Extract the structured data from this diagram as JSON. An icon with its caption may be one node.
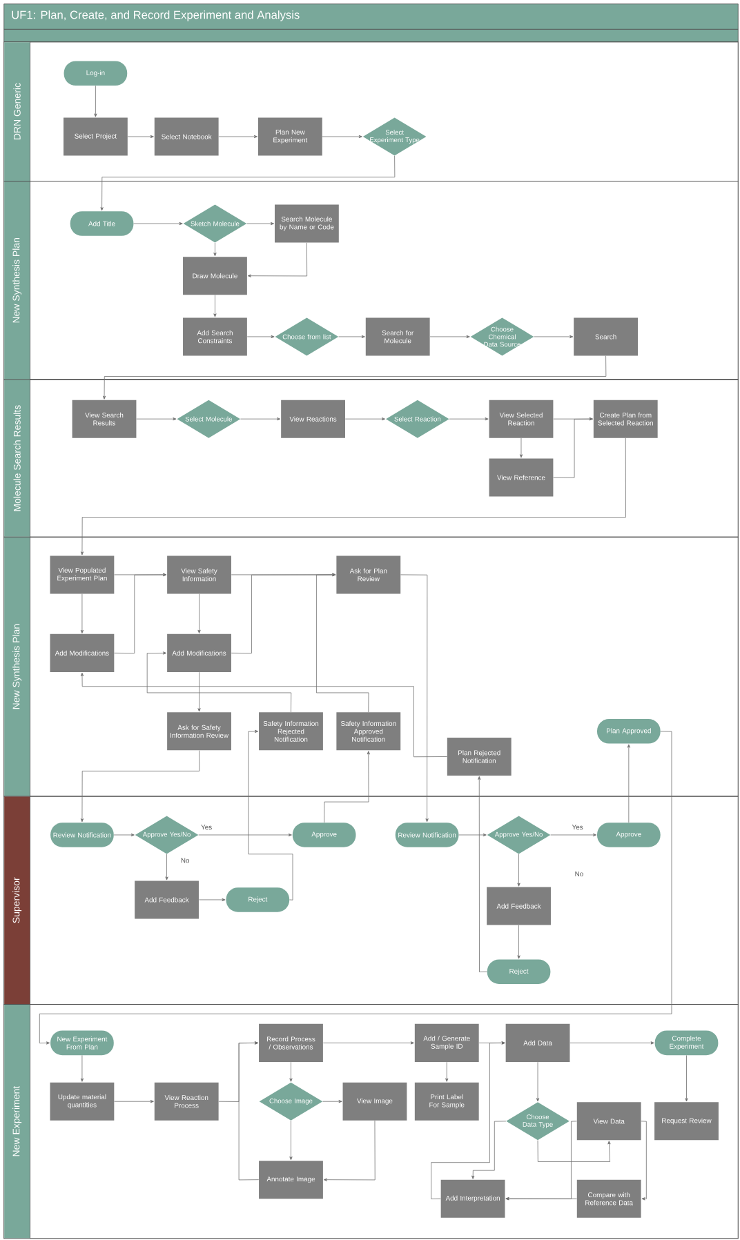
{
  "diagram": {
    "title": "UF1: Plan, Create, and Record Experiment and Analysis",
    "nodes": [
      {
        "text": [
          "DRN Generic"
        ]
      },
      {
        "text": [
          "Log-in"
        ],
        "in": 0
      },
      {
        "text": [
          "Select Project"
        ],
        "in": 0
      },
      {
        "text": [
          "Select Notebook"
        ],
        "in": 0
      },
      {
        "text": [
          "Plan New Experiment"
        ],
        "in": 0
      },
      {
        "text": [
          "Select Experiment Type"
        ],
        "in": 0
      },
      {
        "text": [
          "New Synthesis Plan"
        ]
      },
      {
        "text": [
          "Add Title"
        ],
        "in": 6
      },
      {
        "text": [
          "Sketch Molecule"
        ],
        "in": 6
      },
      {
        "text": [
          "Search Molecule by Name or Code"
        ],
        "in": 6
      },
      {
        "text": [
          "Draw Molecule"
        ],
        "in": 6
      },
      {
        "text": [
          "Add Search Constraints"
        ],
        "in": 6
      },
      {
        "text": [
          "Choose from list"
        ],
        "in": 6
      },
      {
        "text": [
          "Search for Molecule"
        ],
        "in": 6
      },
      {
        "text": [
          "Choose Chemical Data Source"
        ],
        "in": 6
      },
      {
        "text": [
          "Search"
        ],
        "in": 6
      },
      {
        "text": [
          "Molecule Search Results"
        ]
      },
      {
        "text": [
          "View Search Results"
        ],
        "in": 16
      },
      {
        "text": [
          "Select Molecule"
        ],
        "in": 16
      },
      {
        "text": [
          "View Reactions"
        ],
        "in": 16
      },
      {
        "text": [
          "Select Reaction"
        ],
        "in": 16
      },
      {
        "text": [
          "View Selected Reaction"
        ],
        "in": 16
      },
      {
        "text": [
          "Create Plan from Selected Reaction"
        ],
        "in": 16
      },
      {
        "text": [
          "View Reference"
        ],
        "in": 16
      },
      {
        "text": [
          "New Synthesis Plan"
        ]
      },
      {
        "text": [
          "View Populated Experiment Plan"
        ],
        "in": 24
      },
      {
        "text": [
          "View Safety Information"
        ],
        "in": 24
      },
      {
        "text": [
          "Ask for Plan Review"
        ],
        "in": 24
      },
      {
        "text": [
          "Add Modifications"
        ],
        "in": 24
      },
      {
        "text": [
          "Add Modifications"
        ],
        "in": 24
      },
      {
        "text": [
          "Ask for Safety Information Review"
        ],
        "in": 24
      },
      {
        "text": [
          "Safety Information Rejected Notification"
        ],
        "in": 24
      },
      {
        "text": [
          "Safety Information Approved Notification"
        ],
        "in": 24
      },
      {
        "text": [
          "Plan Rejected Notification"
        ],
        "in": 24
      },
      {
        "text": [
          "Plan Approved"
        ],
        "in": 24
      },
      {
        "text": [
          "Supervisor"
        ]
      },
      {
        "text": [
          "Review Notification"
        ],
        "in": 35
      },
      {
        "text": [
          "Approve Yes/No"
        ],
        "in": 35
      },
      {
        "text": [
          "Approve"
        ],
        "in": 35
      },
      {
        "text": [
          "Add Feedback"
        ],
        "in": 35
      },
      {
        "text": [
          "Reject"
        ],
        "in": 35
      },
      {
        "text": [
          "Review Notification"
        ],
        "in": 35
      },
      {
        "text": [
          "Approve Yes/No"
        ],
        "in": 35
      },
      {
        "text": [
          "Approve"
        ],
        "in": 35
      },
      {
        "text": [
          "Add Feedback"
        ],
        "in": 35
      },
      {
        "text": [
          "Reject"
        ],
        "in": 35
      },
      {
        "text": [
          "New Experiment"
        ]
      },
      {
        "text": [
          "New Experiment From Plan"
        ],
        "in": 46
      },
      {
        "text": [
          "Update material quantities"
        ],
        "in": 46
      },
      {
        "text": [
          "View Reaction Process"
        ],
        "in": 46
      },
      {
        "text": [
          "Record Process / Observations"
        ],
        "in": 46
      },
      {
        "text": [
          "Choose Image"
        ],
        "in": 46
      },
      {
        "text": [
          "View Image"
        ],
        "in": 46
      },
      {
        "text": [
          "Annotate Image"
        ],
        "in": 46
      },
      {
        "text": [
          "Add / Generate Sample ID"
        ],
        "in": 46
      },
      {
        "text": [
          "Print Label For Sample"
        ],
        "in": 46
      },
      {
        "text": [
          "Add Data"
        ],
        "in": 46
      },
      {
        "text": [
          "Choose Data Type"
        ],
        "in": 46
      },
      {
        "text": [
          "View Data"
        ],
        "in": 46
      },
      {
        "text": [
          "Add Interpretation"
        ],
        "in": 46
      },
      {
        "text": [
          "Compare with Reference Data"
        ],
        "in": 46
      },
      {
        "text": [
          "Complete Experiment"
        ],
        "in": 46
      },
      {
        "text": [
          "Request Review"
        ],
        "in": 46
      }
    ],
    "edges": [
      {
        "from": 1,
        "to": 2,
        "arrow": "to"
      },
      {
        "from": 2,
        "to": 3,
        "arrow": "to"
      },
      {
        "from": 3,
        "to": 4,
        "arrow": "to"
      },
      {
        "from": 4,
        "to": 5,
        "arrow": "to"
      },
      {
        "from": 5,
        "to": 7,
        "arrow": "to"
      },
      {
        "from": 7,
        "to": 8,
        "arrow": "to"
      },
      {
        "from": 8,
        "to": 9,
        "arrow": "to"
      },
      {
        "from": 8,
        "to": 10,
        "arrow": "to"
      },
      {
        "from": 9,
        "to": 10,
        "arrow": "to"
      },
      {
        "from": 10,
        "to": 11,
        "arrow": "to"
      },
      {
        "from": 11,
        "to": 12,
        "arrow": "to"
      },
      {
        "from": 12,
        "to": 13,
        "arrow": "to"
      },
      {
        "from": 13,
        "to": 14,
        "arrow": "to"
      },
      {
        "from": 14,
        "to": 15,
        "arrow": "to"
      },
      {
        "from": 15,
        "to": 17,
        "arrow": "to"
      },
      {
        "from": 17,
        "to": 18,
        "arrow": "to"
      },
      {
        "from": 18,
        "to": 19,
        "arrow": "to"
      },
      {
        "from": 19,
        "to": 20,
        "arrow": "to"
      },
      {
        "from": 20,
        "to": 21,
        "arrow": "to"
      },
      {
        "from": 21,
        "to": 22,
        "arrow": "to"
      },
      {
        "from": 21,
        "to": 23,
        "arrow": "to"
      },
      {
        "from": 23,
        "to": 22,
        "arrow": "to"
      },
      {
        "from": 22,
        "to": 25,
        "arrow": "to"
      },
      {
        "from": 25,
        "to": 26,
        "arrow": "to"
      },
      {
        "from": 25,
        "to": 28,
        "arrow": "to"
      },
      {
        "from": 28,
        "to": 26,
        "arrow": "to"
      },
      {
        "from": 26,
        "to": 29,
        "arrow": "to"
      },
      {
        "from": 26,
        "to": 27,
        "arrow": "to"
      },
      {
        "from": 29,
        "to": 27,
        "arrow": "to"
      },
      {
        "from": 29,
        "to": 30,
        "arrow": "to"
      },
      {
        "from": 33,
        "to": 28,
        "arrow": "to"
      },
      {
        "from": 31,
        "to": 29,
        "arrow": "to"
      },
      {
        "from": 32,
        "to": 27,
        "arrow": "to"
      },
      {
        "from": 27,
        "to": 41,
        "arrow": "to"
      },
      {
        "from": 30,
        "to": 36,
        "arrow": "to"
      },
      {
        "from": 34,
        "to": 47,
        "arrow": "to"
      },
      {
        "from": 36,
        "to": 37,
        "arrow": "to"
      },
      {
        "from": 37,
        "to": 38,
        "arrow": "to",
        "label": "Yes"
      },
      {
        "from": 37,
        "to": 39,
        "arrow": "to",
        "label": "No"
      },
      {
        "from": 39,
        "to": 40,
        "arrow": "to"
      },
      {
        "from": 40,
        "to": 31,
        "arrow": "to"
      },
      {
        "from": 38,
        "to": 32,
        "arrow": "to"
      },
      {
        "from": 41,
        "to": 42,
        "arrow": "to"
      },
      {
        "from": 42,
        "to": 43,
        "arrow": "to",
        "label": "Yes"
      },
      {
        "from": 42,
        "to": 44,
        "arrow": "to"
      },
      {
        "from": 44,
        "to": 45,
        "arrow": "to"
      },
      {
        "from": 45,
        "to": 33,
        "arrow": "to"
      },
      {
        "from": 43,
        "to": 34,
        "arrow": "to"
      },
      {
        "from": 47,
        "to": 48,
        "arrow": "to"
      },
      {
        "from": 48,
        "to": 49,
        "arrow": "to"
      },
      {
        "from": 49,
        "to": 50,
        "arrow": "to"
      },
      {
        "from": 50,
        "to": 51,
        "arrow": "to"
      },
      {
        "from": 51,
        "to": 52,
        "arrow": "to"
      },
      {
        "from": 51,
        "to": 53,
        "arrow": "to"
      },
      {
        "from": 52,
        "to": 53,
        "arrow": "to"
      },
      {
        "from": 53,
        "to": 50,
        "arrow": "to"
      },
      {
        "from": 50,
        "to": 54,
        "arrow": "to"
      },
      {
        "from": 54,
        "to": 55,
        "arrow": "to"
      },
      {
        "from": 54,
        "to": 56,
        "arrow": "to"
      },
      {
        "from": 59,
        "to": 56,
        "arrow": "to"
      },
      {
        "from": 56,
        "to": 57,
        "arrow": "to"
      },
      {
        "from": 56,
        "to": 61,
        "arrow": "to"
      },
      {
        "from": 61,
        "to": 62,
        "arrow": "to"
      },
      {
        "from": 57,
        "to": 59,
        "arrow": "to"
      },
      {
        "from": 57,
        "to": 58,
        "arrow": "to"
      },
      {
        "from": 58,
        "to": 59,
        "arrow": "to"
      },
      {
        "from": 60,
        "to": 59,
        "arrow": "to"
      },
      {
        "from": 58,
        "to": 60,
        "arrow": "to"
      }
    ],
    "labels": [
      "No"
    ]
  }
}
